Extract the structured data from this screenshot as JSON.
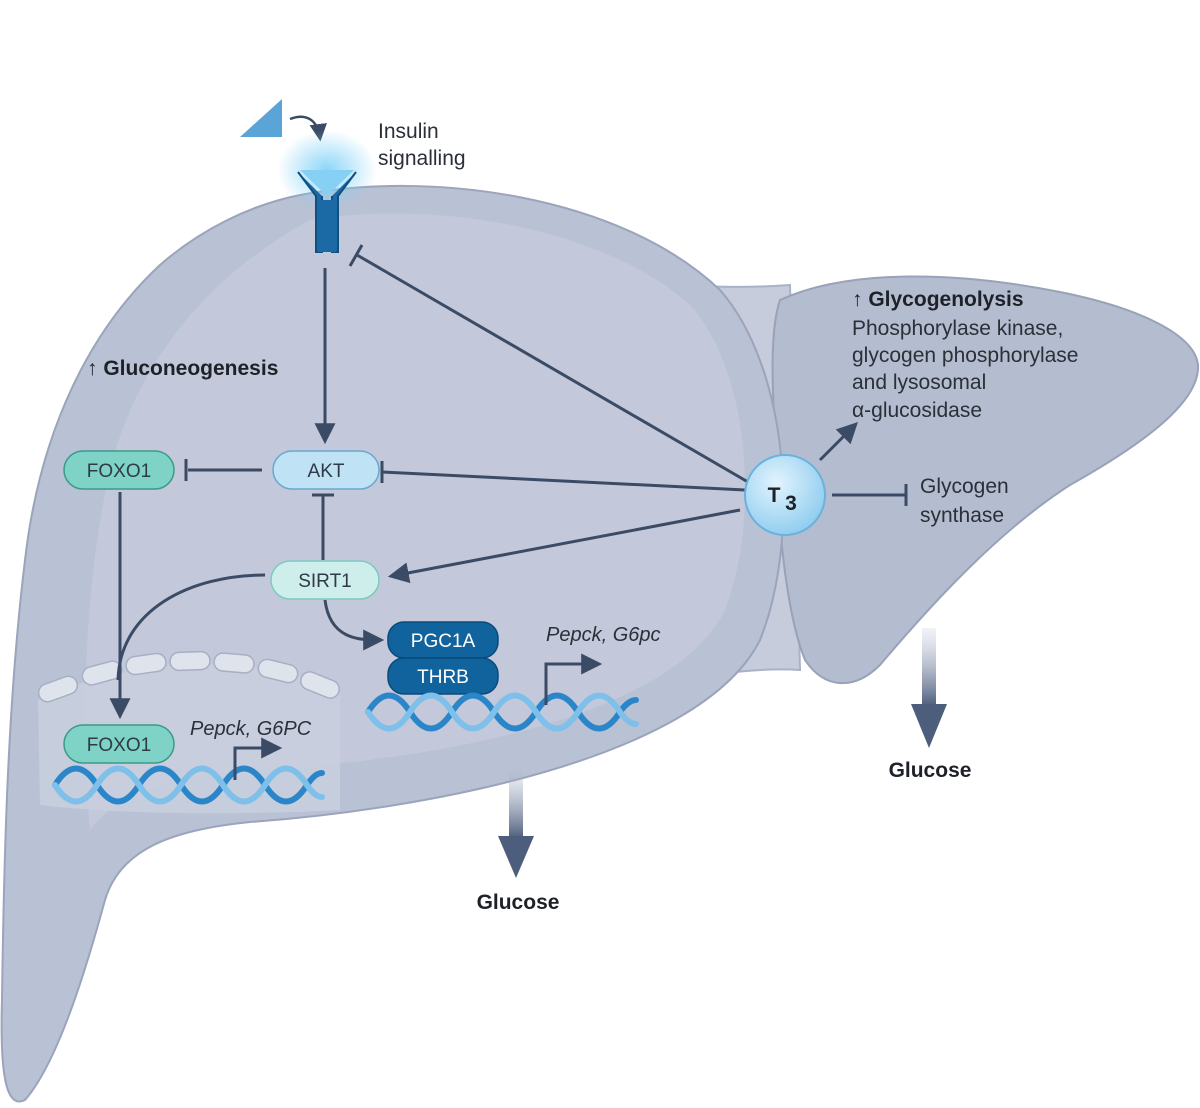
{
  "labels": {
    "insulin_line1": "Insulin",
    "insulin_line2": "signalling",
    "gluconeogenesis": "↑ Gluconeogenesis",
    "glycogenolysis": "↑ Glycogenolysis",
    "enzymes_line1": "Phosphorylase kinase,",
    "enzymes_line2": "glycogen phosphorylase",
    "enzymes_line3": "and lysosomal",
    "enzymes_line4": "α-glucosidase",
    "glycogen_line1": "Glycogen",
    "glycogen_line2": "synthase",
    "genes_nucleus": "Pepck, G6PC",
    "genes_cytoplasm": "Pepck, G6pc",
    "glucose_center": "Glucose",
    "glucose_right": "Glucose"
  },
  "nodes": {
    "foxo1_cytoplasm": "FOXO1",
    "foxo1_nucleus": "FOXO1",
    "akt": "AKT",
    "sirt1": "SIRT1",
    "pgc1a": "PGC1A",
    "thrb": "THRB",
    "t3_main": "T",
    "t3_sub": "3"
  },
  "colors": {
    "liver_fill": "#b9c1d4",
    "liver_inner": "#cdd3e1",
    "arrow": "#3b4b66",
    "teal_pill": "#7fd3c6",
    "light_blue_pill": "#bfe3f4",
    "dark_blue_pill": "#11639e",
    "t3_circle": "#a9d9f3",
    "dna": "#2a86c8"
  }
}
